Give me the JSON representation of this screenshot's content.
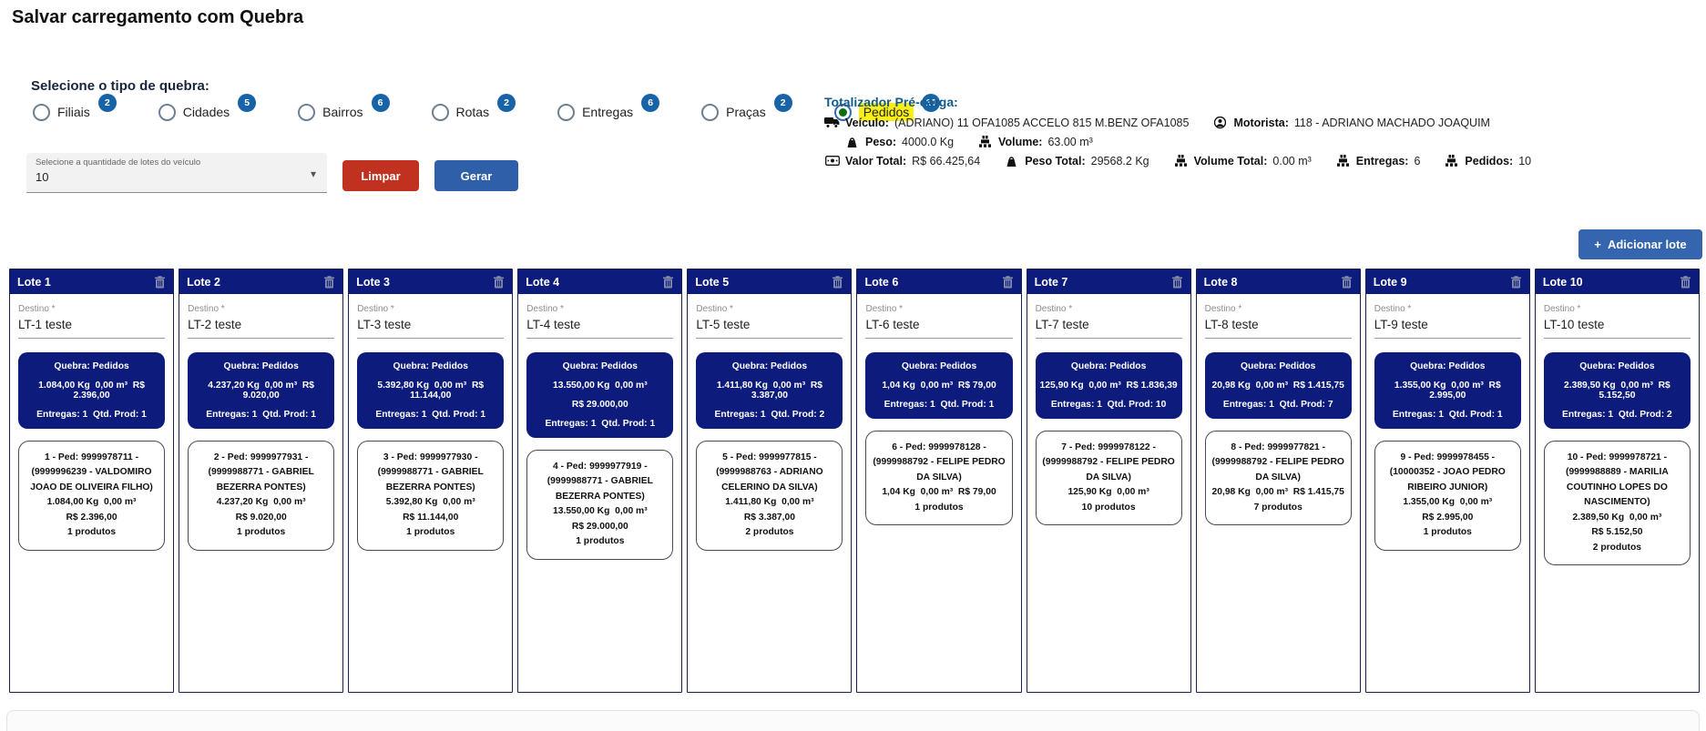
{
  "page": {
    "title": "Salvar carregamento com Quebra"
  },
  "quebra": {
    "label": "Selecione o tipo de quebra:",
    "options": [
      {
        "label": "Filiais",
        "count": "2",
        "selected": false
      },
      {
        "label": "Cidades",
        "count": "5",
        "selected": false
      },
      {
        "label": "Bairros",
        "count": "6",
        "selected": false
      },
      {
        "label": "Rotas",
        "count": "2",
        "selected": false
      },
      {
        "label": "Entregas",
        "count": "6",
        "selected": false
      },
      {
        "label": "Praças",
        "count": "2",
        "selected": false
      },
      {
        "label": "Pedidos",
        "count": "10",
        "selected": true
      }
    ]
  },
  "lot_select": {
    "label": "Selecione a quantidade de lotes do veículo",
    "value": "10",
    "caret": "▾"
  },
  "buttons": {
    "limpar": "Limpar",
    "gerar": "Gerar",
    "plus": "+",
    "adicionar": "Adicionar lote"
  },
  "totalizador": {
    "title": "Totalizador Pré-carga:",
    "rows": [
      {
        "indent": false,
        "items": [
          {
            "icon": "truck-icon",
            "label": "Veículo:",
            "value": "(ADRIANO) 11 OFA1085 ACCELO 815 M.BENZ OFA1085"
          },
          {
            "icon": "driver-icon",
            "label": "Motorista:",
            "value": "118 - ADRIANO MACHADO JOAQUIM"
          }
        ]
      },
      {
        "indent": true,
        "items": [
          {
            "icon": "weight-icon",
            "label": "Peso:",
            "value": "4000.0 Kg"
          },
          {
            "icon": "volume-icon",
            "label": "Volume:",
            "value": "63.00 m³"
          }
        ]
      },
      {
        "indent": false,
        "items": [
          {
            "icon": "money-icon",
            "label": "Valor Total:",
            "value": "R$ 66.425,64"
          },
          {
            "icon": "weight-icon",
            "label": "Peso Total:",
            "value": "29568.2 Kg"
          },
          {
            "icon": "volume-icon",
            "label": "Volume Total:",
            "value": "0.00 m³"
          },
          {
            "icon": "volume-icon",
            "label": "Entregas:",
            "value": "6"
          },
          {
            "icon": "volume-icon",
            "label": "Pedidos:",
            "value": "10"
          }
        ]
      }
    ]
  },
  "lots": [
    {
      "title": "Lote 1",
      "destino_label": "Destino *",
      "destino": "LT-1 teste",
      "summary_lines": [
        "Quebra: Pedidos",
        "1.084,00 Kg  0,00 m³  R$ 2.396,00",
        "Entregas: 1  Qtd. Prod: 1"
      ],
      "order_lines": [
        "1 - Ped: 9999978711 - (9999996239 - VALDOMIRO JOAO DE OLIVEIRA FILHO)",
        "1.084,00 Kg  0,00 m³",
        "R$ 2.396,00",
        "1 produtos"
      ]
    },
    {
      "title": "Lote 2",
      "destino_label": "Destino *",
      "destino": "LT-2 teste",
      "summary_lines": [
        "Quebra: Pedidos",
        "4.237,20 Kg  0,00 m³  R$ 9.020,00",
        "Entregas: 1  Qtd. Prod: 1"
      ],
      "order_lines": [
        "2 - Ped: 9999977931 - (9999988771 - GABRIEL BEZERRA PONTES)",
        "4.237,20 Kg  0,00 m³",
        "R$ 9.020,00",
        "1 produtos"
      ]
    },
    {
      "title": "Lote 3",
      "destino_label": "Destino *",
      "destino": "LT-3 teste",
      "summary_lines": [
        "Quebra: Pedidos",
        "5.392,80 Kg  0,00 m³  R$ 11.144,00",
        "Entregas: 1  Qtd. Prod: 1"
      ],
      "order_lines": [
        "3 - Ped: 9999977930 - (9999988771 - GABRIEL BEZERRA PONTES)",
        "5.392,80 Kg  0,00 m³",
        "R$ 11.144,00",
        "1 produtos"
      ]
    },
    {
      "title": "Lote 4",
      "destino_label": "Destino *",
      "destino": "LT-4 teste",
      "summary_lines": [
        "Quebra: Pedidos",
        "13.550,00 Kg  0,00 m³",
        "R$ 29.000,00",
        "Entregas: 1  Qtd. Prod: 1"
      ],
      "order_lines": [
        "4 - Ped: 9999977919 - (9999988771 - GABRIEL BEZERRA PONTES)",
        "13.550,00 Kg  0,00 m³",
        "R$ 29.000,00",
        "1 produtos"
      ]
    },
    {
      "title": "Lote 5",
      "destino_label": "Destino *",
      "destino": "LT-5 teste",
      "summary_lines": [
        "Quebra: Pedidos",
        "1.411,80 Kg  0,00 m³  R$ 3.387,00",
        "Entregas: 1  Qtd. Prod: 2"
      ],
      "order_lines": [
        "5 - Ped: 9999977815 - (9999988763 - ADRIANO CELERINO DA SILVA)",
        "1.411,80 Kg  0,00 m³",
        "R$ 3.387,00",
        "2 produtos"
      ]
    },
    {
      "title": "Lote 6",
      "destino_label": "Destino *",
      "destino": "LT-6 teste",
      "summary_lines": [
        "Quebra: Pedidos",
        "1,04 Kg  0,00 m³  R$ 79,00",
        "Entregas: 1  Qtd. Prod: 1"
      ],
      "order_lines": [
        "6 - Ped: 9999978128 - (9999988792 - FELIPE PEDRO DA SILVA)",
        "1,04 Kg  0,00 m³  R$ 79,00",
        "1 produtos"
      ]
    },
    {
      "title": "Lote 7",
      "destino_label": "Destino *",
      "destino": "LT-7 teste",
      "summary_lines": [
        "Quebra: Pedidos",
        "125,90 Kg  0,00 m³  R$ 1.836,39",
        "Entregas: 1  Qtd. Prod: 10"
      ],
      "order_lines": [
        "7 - Ped: 9999978122 - (9999988792 - FELIPE PEDRO DA SILVA)",
        "125,90 Kg  0,00 m³",
        "10 produtos"
      ]
    },
    {
      "title": "Lote 8",
      "destino_label": "Destino *",
      "destino": "LT-8 teste",
      "summary_lines": [
        "Quebra: Pedidos",
        "20,98 Kg  0,00 m³  R$ 1.415,75",
        "Entregas: 1  Qtd. Prod: 7"
      ],
      "order_lines": [
        "8 - Ped: 9999977821 - (9999988792 - FELIPE PEDRO DA SILVA)",
        "20,98 Kg  0,00 m³  R$ 1.415,75",
        "7 produtos"
      ]
    },
    {
      "title": "Lote 9",
      "destino_label": "Destino *",
      "destino": "LT-9 teste",
      "summary_lines": [
        "Quebra: Pedidos",
        "1.355,00 Kg  0,00 m³  R$ 2.995,00",
        "Entregas: 1  Qtd. Prod: 1"
      ],
      "order_lines": [
        "9 - Ped: 9999978455 - (10000352 - JOAO PEDRO RIBEIRO JUNIOR)",
        "1.355,00 Kg  0,00 m³",
        "R$ 2.995,00",
        "1 produtos"
      ]
    },
    {
      "title": "Lote 10",
      "destino_label": "Destino *",
      "destino": "LT-10 teste",
      "summary_lines": [
        "Quebra: Pedidos",
        "2.389,50 Kg  0,00 m³  R$ 5.152,50",
        "Entregas: 1  Qtd. Prod: 2"
      ],
      "order_lines": [
        "10 - Ped: 9999978721 - (9999988889 - MARILIA COUTINHO LOPES DO NASCIMENTO)",
        "2.389,50 Kg  0,00 m³",
        "R$ 5.152,50",
        "2 produtos"
      ]
    }
  ],
  "colors": {
    "navy": "#0d1b7c",
    "badge_blue": "#1863a8",
    "button_blue": "#2e5fa8",
    "button_red": "#c0321f",
    "highlight_yellow": "#f9ee17",
    "heading_blue": "#155a8c"
  }
}
